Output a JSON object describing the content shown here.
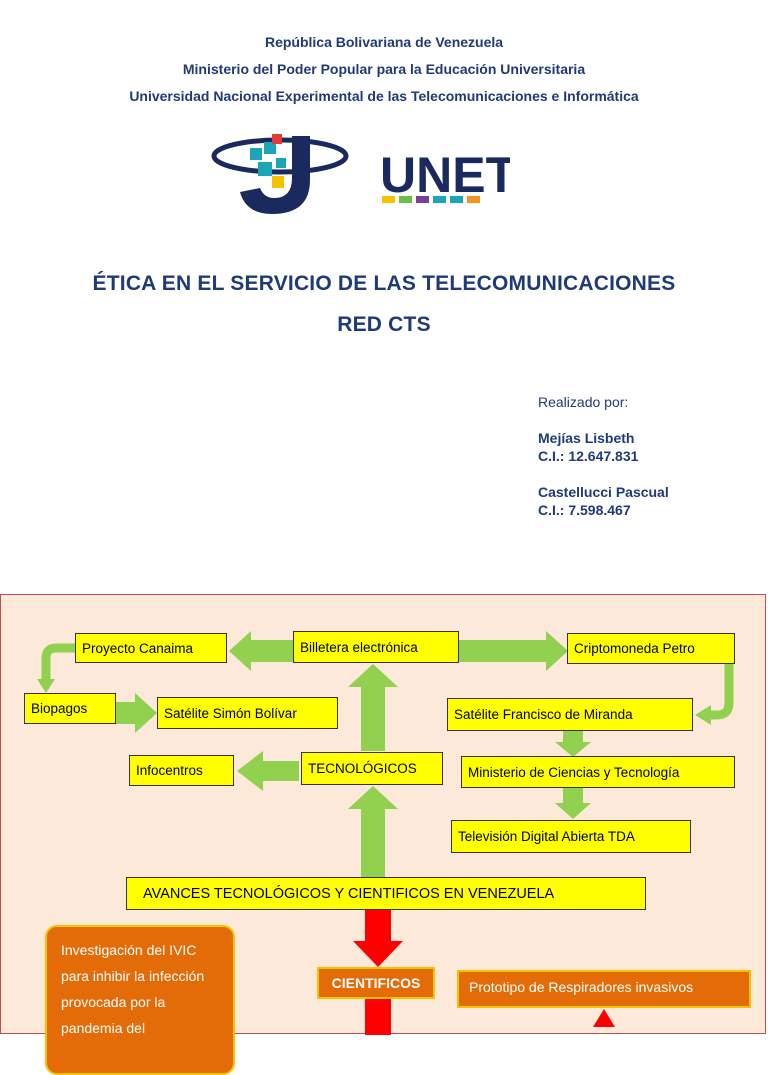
{
  "header": {
    "line1": "República Bolivariana de Venezuela",
    "line2": "Ministerio del Poder Popular para la Educación Universitaria",
    "line3": "Universidad Nacional Experimental de las Telecomunicaciones e Informática"
  },
  "logo": {
    "text": "UNETI",
    "colors": {
      "navy": "#1b2a5e",
      "teal": "#1aa6b7",
      "red": "#e53935",
      "orange": "#f7941d",
      "yellow": "#f6c200",
      "purple": "#7b3f99",
      "green": "#6cbe45"
    }
  },
  "title": {
    "line1": "ÉTICA EN EL SERVICIO  DE  LAS  TELECOMUNICACIONES",
    "line2": "RED CTS"
  },
  "credits": {
    "label": "Realizado por:",
    "author1_name": "Mejías Lisbeth",
    "author1_ci": "C.I.: 12.647.831",
    "author2_name": "Castellucci Pascual",
    "author2_ci": "C.I.: 7.598.467"
  },
  "diagram": {
    "colors": {
      "panel_bg": "#fde9d9",
      "box": "#ffff00",
      "arrow_green": "#92d050",
      "arrow_red": "#ff0000",
      "orange_box": "#e36c09"
    },
    "nodes": {
      "canaima": "Proyecto Canaima",
      "billetera": "Billetera electrónica",
      "petro": "Criptomoneda Petro",
      "biopagos": "Biopagos",
      "simon_bolivar": "Satélite Simón Bolívar",
      "miranda": "Satélite Francisco de Miranda",
      "infocentros": "Infocentros",
      "tecnologicos": "TECNOLÓGICOS",
      "ministerio": "Ministerio de Ciencias y Tecnología",
      "tda": "Televisión Digital Abierta TDA",
      "avances": "AVANCES TECNOLÓGICOS Y CIENTIFICOS EN VENEZUELA",
      "cientificos": "CIENTIFICOS",
      "respiradores": "Prototipo de Respiradores invasivos",
      "ivic": "Investigación del IVIC para inhibir la infección provocada por la pandemia del"
    }
  }
}
